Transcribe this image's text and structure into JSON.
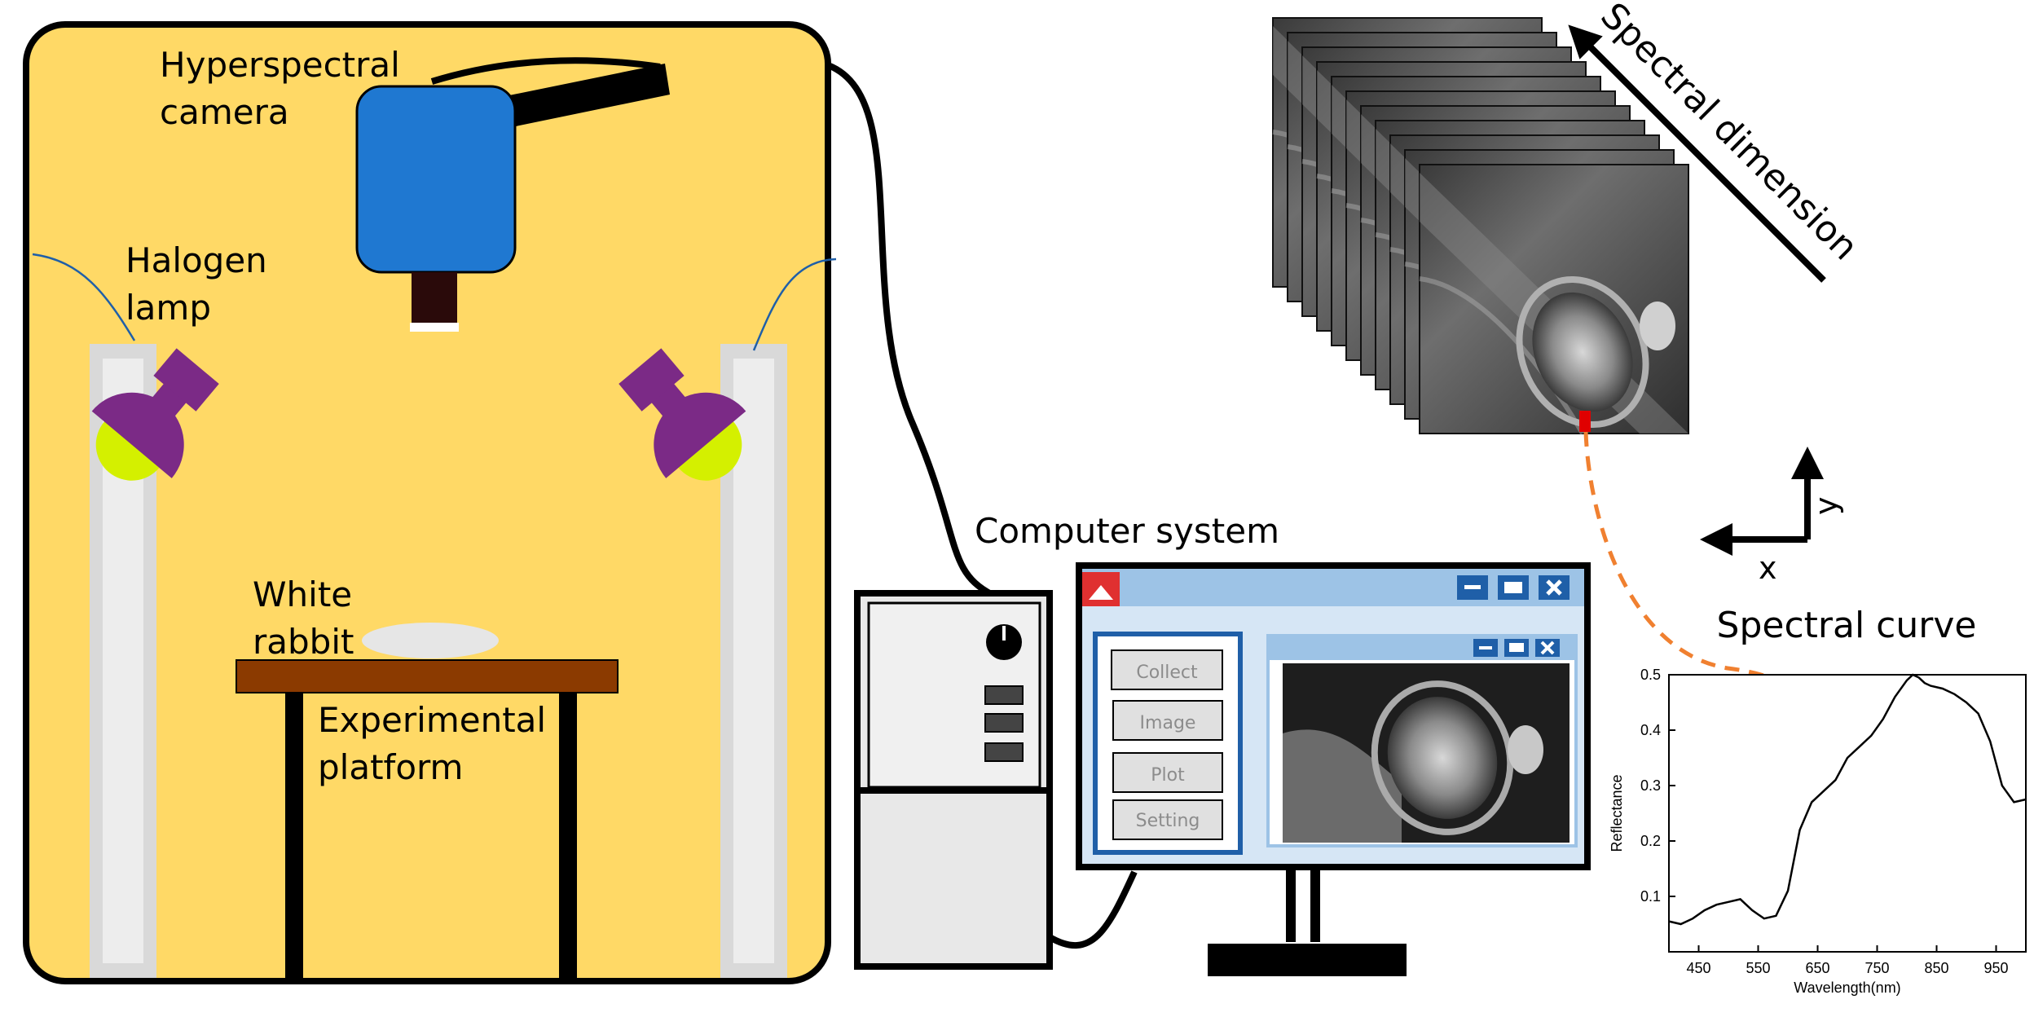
{
  "labels": {
    "camera_line1": "Hyperspectral",
    "camera_line2": "camera",
    "lamp_line1": "Halogen",
    "lamp_line2": "lamp",
    "rabbit_line1": "White",
    "rabbit_line2": "rabbit",
    "platform_line1": "Experimental",
    "platform_line2": "platform",
    "computer": "Computer system",
    "spectral_dimension": "Spectral dimension",
    "axis_x": "x",
    "axis_y": "y",
    "spectral_curve": "Spectral curve"
  },
  "software": {
    "buttons": [
      "Collect",
      "Image",
      "Plot",
      "Setting"
    ]
  },
  "colors": {
    "chamber": "#FFD966",
    "camera": "#1F78D1",
    "lamp": "#7B2A86",
    "bulb": "#D4F000",
    "table": "#8B3A00",
    "window_bar": "#9DC3E6",
    "window_btn": "#1F5FA8",
    "arrow": "#F08030"
  },
  "chart_data": {
    "type": "line",
    "title": "Spectral curve",
    "xlabel": "Wavelength(nm)",
    "ylabel": "Reflectance",
    "xlim": [
      400,
      1000
    ],
    "ylim": [
      0,
      0.5
    ],
    "xticks": [
      450,
      550,
      650,
      750,
      850,
      950
    ],
    "yticks": [
      0.1,
      0.2,
      0.3,
      0.4,
      0.5
    ],
    "series": [
      {
        "x": [
          400,
          420,
          440,
          460,
          480,
          500,
          520,
          540,
          560,
          580,
          600,
          620,
          640,
          660,
          680,
          700,
          720,
          740,
          760,
          780,
          800,
          810,
          820,
          830,
          840,
          860,
          880,
          900,
          920,
          940,
          960,
          980,
          1000
        ],
        "values": [
          0.055,
          0.05,
          0.06,
          0.075,
          0.085,
          0.09,
          0.095,
          0.075,
          0.06,
          0.065,
          0.11,
          0.22,
          0.27,
          0.29,
          0.31,
          0.35,
          0.37,
          0.39,
          0.42,
          0.46,
          0.49,
          0.5,
          0.495,
          0.485,
          0.48,
          0.475,
          0.465,
          0.45,
          0.43,
          0.38,
          0.3,
          0.27,
          0.275
        ]
      }
    ]
  }
}
